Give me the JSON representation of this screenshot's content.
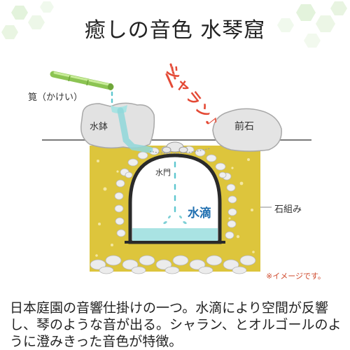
{
  "title": "癒しの音色 水琴窟",
  "labels": {
    "kakei": "筧（かけい）",
    "mizubachi": "水鉢",
    "zenseki": "前石",
    "suimon": "水門",
    "suiteki": "水滴",
    "ishigumi": "石組み",
    "image_note": "※イメージです。"
  },
  "sound": "シャラン♪",
  "description": "日本庭園の音響仕掛けの一つ。水滴により空間が反響し、琴のような音が出る。シャラン、とオルゴールのように澄みきった音色が特徴。",
  "colors": {
    "ground": "#ddc53c",
    "water": "#a9e3e3",
    "stone": "#e4e4e4",
    "bamboo": "#a6d86a",
    "accent": "#e44a36",
    "drop_label": "#1f6fb0"
  }
}
